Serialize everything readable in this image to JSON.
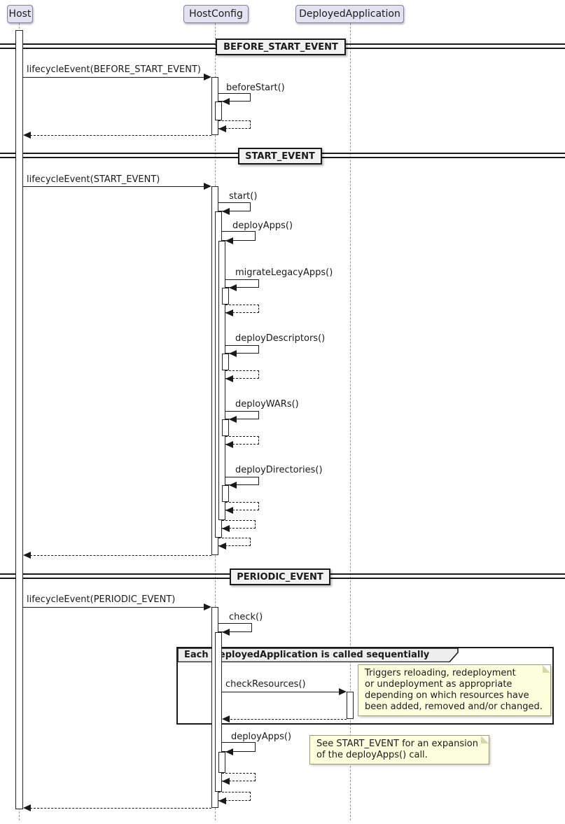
{
  "participants": {
    "host": "Host",
    "host_config": "HostConfig",
    "deployed_application": "DeployedApplication"
  },
  "dividers": {
    "before_start": "BEFORE_START_EVENT",
    "start": "START_EVENT",
    "periodic": "PERIODIC_EVENT"
  },
  "messages": {
    "lifecycle_before_start": "lifecycleEvent(BEFORE_START_EVENT)",
    "before_start": "beforeStart()",
    "lifecycle_start": "lifecycleEvent(START_EVENT)",
    "start": "start()",
    "deploy_apps": "deployApps()",
    "migrate_legacy_apps": "migrateLegacyApps()",
    "deploy_descriptors": "deployDescriptors()",
    "deploy_wars": "deployWARs()",
    "deploy_directories": "deployDirectories()",
    "lifecycle_periodic": "lifecycleEvent(PERIODIC_EVENT)",
    "check": "check()",
    "check_resources": "checkResources()",
    "deploy_apps_periodic": "deployApps()"
  },
  "group": {
    "label": "Each DeployedApplication is called sequentially"
  },
  "notes": {
    "check_resources": "Triggers reloading, redeployment\nor undeployment as appropriate\ndepending on which resources have\nbeen added, removed and/or changed.",
    "deploy_apps": "See START_EVENT for an expansion\nof the deployApps() call."
  },
  "colors": {
    "participant_fill": "#e2e2f0",
    "note_fill": "#feffdd",
    "divider_fill": "#f2f2f2",
    "line": "#1a1a1a",
    "lifeline": "#999999"
  }
}
